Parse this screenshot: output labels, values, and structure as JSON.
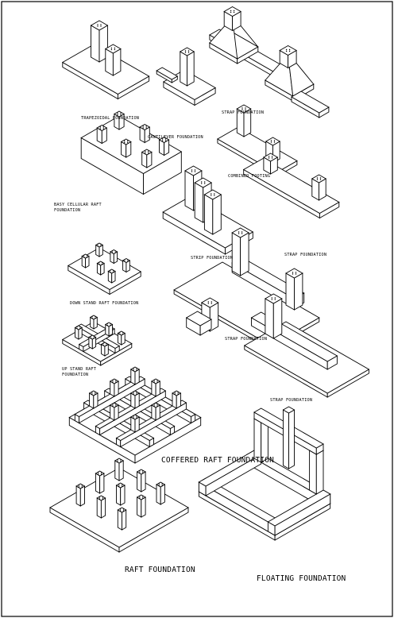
{
  "drawing": {
    "labels": {
      "trapezoidal": "TRAPEZOIDAL FOUNDATION",
      "cantilever": "CANTILEVER FOUNDATION",
      "strap_top": "STRAP FOUNDATION",
      "combined": "COMBINED FOOTING",
      "cellular_raft": "BASY CELLULAR RAFT\nFOUNDATION",
      "strip": "STRIP FOUNDATION",
      "strap_mid_right": "STRAP FOUNDATION",
      "down_stand_raft": "DOWN STAND RAFT FOUNDATION",
      "strap_center": "STRAP FOUNDATION",
      "up_stand_raft": "UP STAND RAFT\nFOUNDATION",
      "strap_low_right": "STRAP FOUNDATION",
      "coffered_raft": "COFFERED RAFT FOUNDATION",
      "raft": "RAFT FOUNDATION",
      "floating": "FLOATING FOUNDATION"
    }
  }
}
